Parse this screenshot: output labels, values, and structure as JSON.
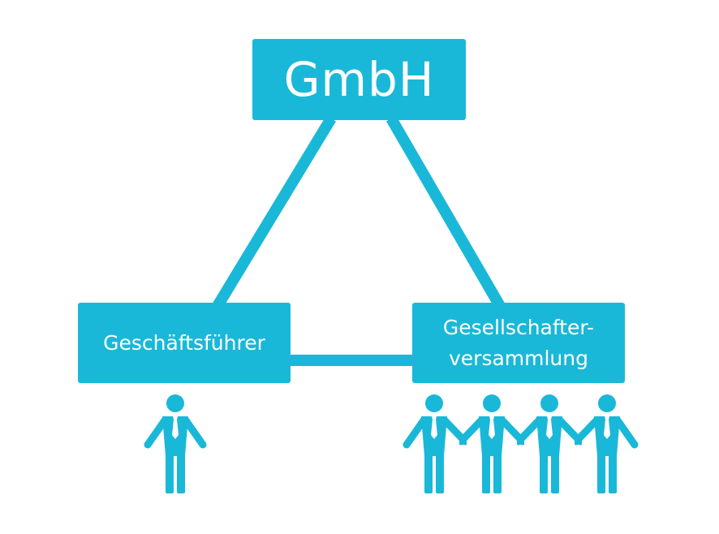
{
  "colors": {
    "accent": "#1ab8d8",
    "text_on_accent": "#ffffff",
    "background": "#ffffff"
  },
  "nodes": {
    "top": {
      "label": "GmbH"
    },
    "left": {
      "label": "Geschäftsführer"
    },
    "right": {
      "label_line1": "Gesellschafter-",
      "label_line2": "versammlung"
    }
  },
  "people": {
    "left_group": {
      "count": 1,
      "icon": "person-icon"
    },
    "right_group": {
      "count": 4,
      "icon": "person-icon",
      "holding_hands": true
    }
  },
  "edges": [
    {
      "from": "top",
      "to": "left"
    },
    {
      "from": "top",
      "to": "right"
    },
    {
      "from": "left",
      "to": "right"
    }
  ]
}
